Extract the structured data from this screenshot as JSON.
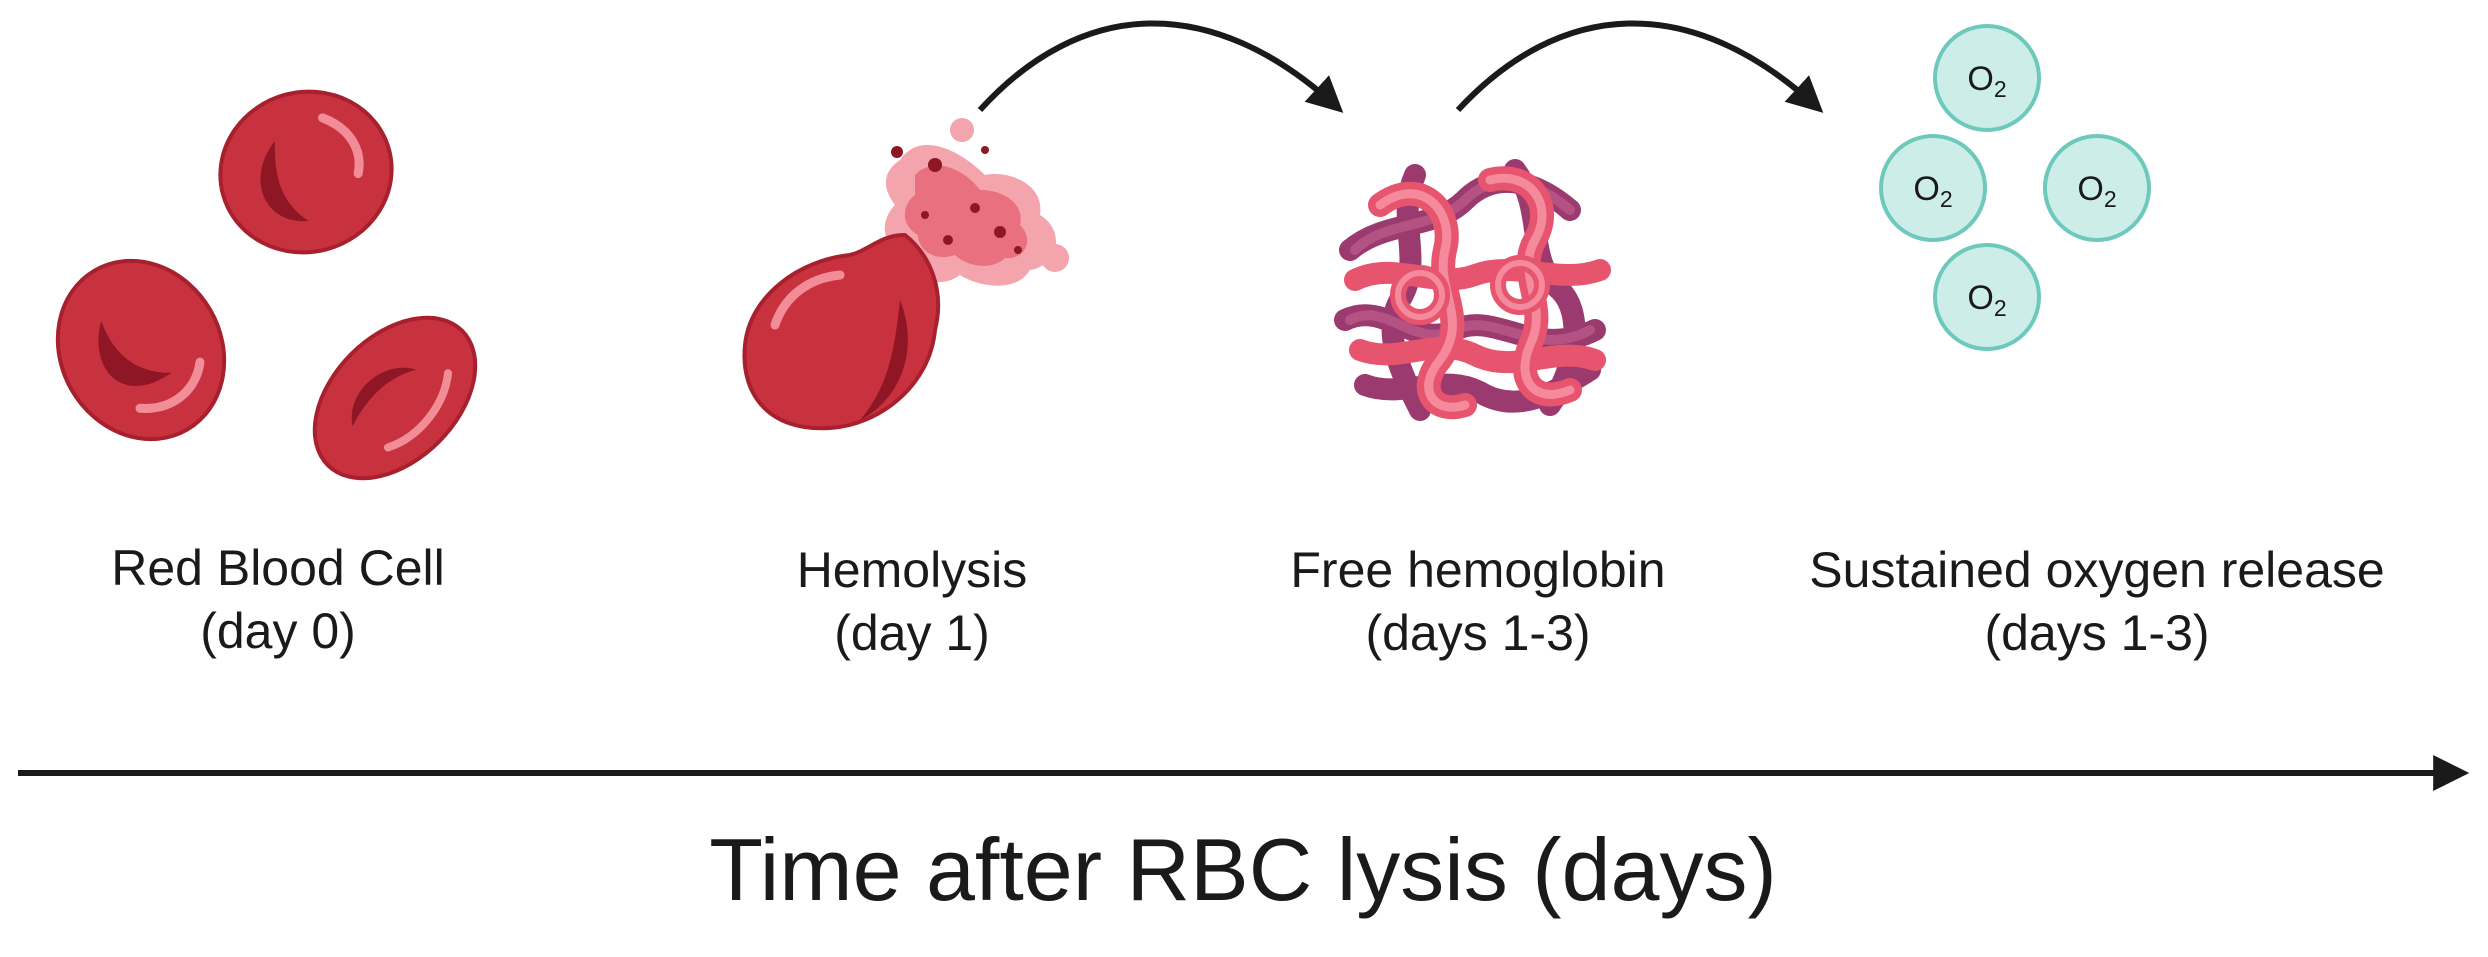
{
  "stages": [
    {
      "name": "Red Blood Cell",
      "time": "(day 0)"
    },
    {
      "name": "Hemolysis",
      "time": "(day 1)"
    },
    {
      "name": "Free hemoglobin",
      "time": "(days 1-3)"
    },
    {
      "name": "Sustained oxygen release",
      "time": "(days 1-3)"
    }
  ],
  "oxygen": {
    "symbol": "O",
    "subscript": "2"
  },
  "axis": {
    "label": "Time after RBC lysis (days)"
  },
  "colors": {
    "rbc": "#c8323f",
    "rbc_dark": "#8f1624",
    "rbc_light": "#f28d98",
    "lysis_splash": "#f3a4ad",
    "hemoglobin_pink": "#e6546e",
    "hemoglobin_purple": "#9b3a6e",
    "oxygen_fill": "#cdeee8",
    "oxygen_stroke": "#6cc9bb",
    "arrow": "#1a1a1a"
  }
}
